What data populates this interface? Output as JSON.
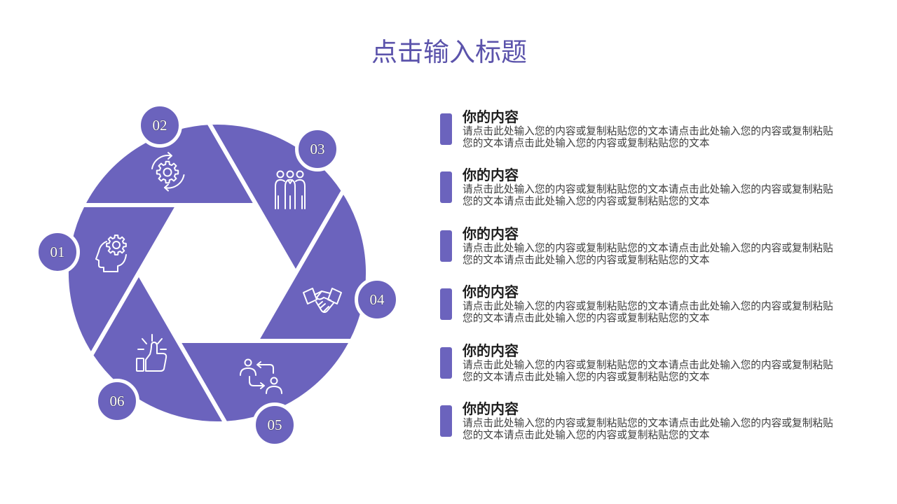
{
  "title": "点击输入标题",
  "colors": {
    "accent": "#6b63bd",
    "title": "#5b53ab",
    "heading": "#1e1e1e",
    "body_text": "#404040",
    "background": "#ffffff"
  },
  "diagram": {
    "type": "aperture-hexagon-cycle",
    "segments": [
      {
        "number": "01",
        "icon": "head-gear-icon"
      },
      {
        "number": "02",
        "icon": "gear-cycle-icon"
      },
      {
        "number": "03",
        "icon": "team-people-icon"
      },
      {
        "number": "04",
        "icon": "handshake-icon"
      },
      {
        "number": "05",
        "icon": "people-swap-icon"
      },
      {
        "number": "06",
        "icon": "thumbs-up-icon"
      }
    ]
  },
  "items": [
    {
      "title": "你的内容",
      "body": "请点击此处输入您的内容或复制粘贴您的文本请点击此处输入您的内容或复制粘贴您的文本请点击此处输入您的内容或复制粘贴您的文本"
    },
    {
      "title": "你的内容",
      "body": "请点击此处输入您的内容或复制粘贴您的文本请点击此处输入您的内容或复制粘贴您的文本请点击此处输入您的内容或复制粘贴您的文本"
    },
    {
      "title": "你的内容",
      "body": "请点击此处输入您的内容或复制粘贴您的文本请点击此处输入您的内容或复制粘贴您的文本请点击此处输入您的内容或复制粘贴您的文本"
    },
    {
      "title": "你的内容",
      "body": "请点击此处输入您的内容或复制粘贴您的文本请点击此处输入您的内容或复制粘贴您的文本请点击此处输入您的内容或复制粘贴您的文本"
    },
    {
      "title": "你的内容",
      "body": "请点击此处输入您的内容或复制粘贴您的文本请点击此处输入您的内容或复制粘贴您的文本请点击此处输入您的内容或复制粘贴您的文本"
    },
    {
      "title": "你的内容",
      "body": "请点击此处输入您的内容或复制粘贴您的文本请点击此处输入您的内容或复制粘贴您的文本请点击此处输入您的内容或复制粘贴您的文本"
    }
  ]
}
